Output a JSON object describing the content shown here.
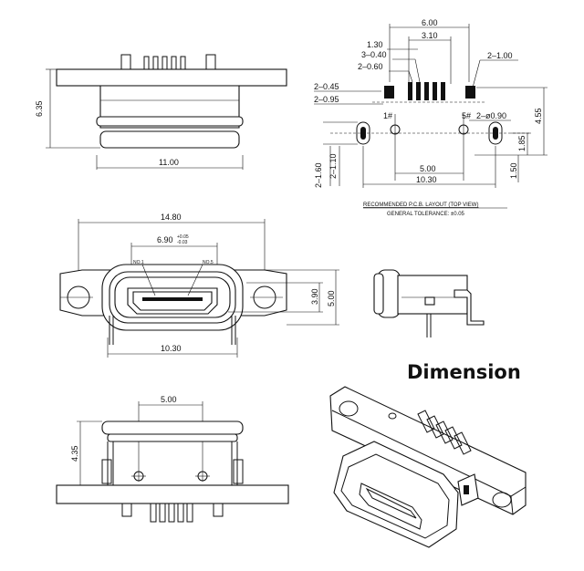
{
  "heading": "Dimension",
  "side_view_top": {
    "height_label": "6.35",
    "width_label": "11.00"
  },
  "pcb_layout": {
    "labels": {
      "w600": "6.00",
      "w310": "3.10",
      "w130": "1.30",
      "pad040": "3–0.40",
      "pad060": "2–0.60",
      "pad045": "2–0.45",
      "pad095": "2–0.95",
      "pad100": "2–1.00",
      "hole090": "2–ø0.90",
      "pin1": "1#",
      "pin5": "5#",
      "h455": "4.55",
      "h185": "1.85",
      "h150": "1.50",
      "w500": "5.00",
      "w1030": "10.30",
      "slot160": "2–1.60",
      "slot110": "2–1.10"
    },
    "caption_line1": "RECOMMENDED P.C.B. LAYOUT (TOP VIEW)",
    "caption_line2": "GENERAL TOLERANCE: ±0.05"
  },
  "front_view": {
    "w1480": "14.80",
    "w690": "6.90",
    "tol_plus": "+0.05",
    "tol_minus": "-0.03",
    "no1": "NO.1",
    "no5": "NO.5",
    "h390": "3.90",
    "h500": "5.00",
    "w1030": "10.30"
  },
  "bottom_view": {
    "w500": "5.00",
    "h435": "4.35"
  }
}
